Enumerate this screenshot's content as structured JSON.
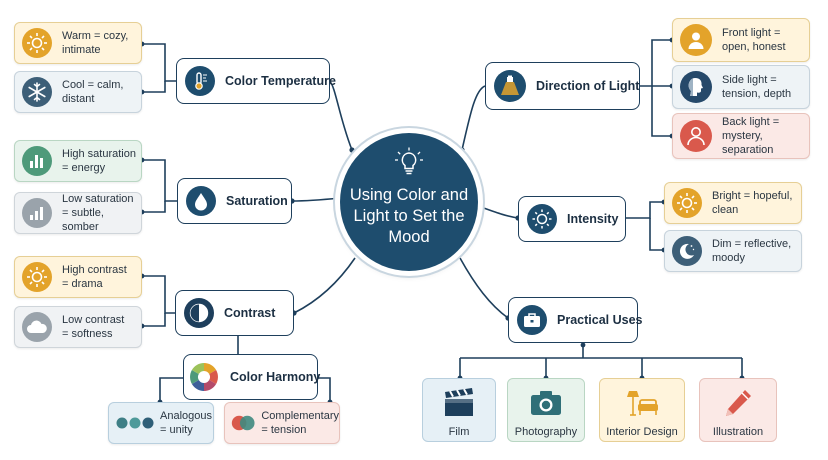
{
  "center": {
    "title": "Using Color and Light to Set the Mood",
    "icon": "lightbulb-icon"
  },
  "branches": {
    "color_temperature": {
      "label": "Color Temperature",
      "icon": "thermometer-icon",
      "leaves": [
        {
          "text": "Warm = cozy,\nintimate",
          "icon": "sun-icon"
        },
        {
          "text": "Cool = calm,\ndistant",
          "icon": "snowflake-icon"
        }
      ]
    },
    "saturation": {
      "label": "Saturation",
      "icon": "droplet-icon",
      "leaves": [
        {
          "text": "High saturation\n= energy",
          "icon": "bar-chart-icon"
        },
        {
          "text": "Low saturation\n= subtle, somber",
          "icon": "bar-chart-icon"
        }
      ]
    },
    "contrast": {
      "label": "Contrast",
      "icon": "half-circle-icon",
      "leaves": [
        {
          "text": "High contrast\n= drama",
          "icon": "sun-icon"
        },
        {
          "text": "Low contrast\n= softness",
          "icon": "cloud-icon"
        }
      ]
    },
    "color_harmony": {
      "label": "Color Harmony",
      "icon": "color-wheel-icon",
      "leaves": [
        {
          "text": "Analogous\n= unity",
          "icon": "circles-icon"
        },
        {
          "text": "Complementary\n= tension",
          "icon": "overlap-circles-icon"
        }
      ]
    },
    "direction_of_light": {
      "label": "Direction of Light",
      "icon": "spotlight-icon",
      "leaves": [
        {
          "text": "Front light =\nopen, honest",
          "icon": "person-icon"
        },
        {
          "text": "Side light =\ntension, depth",
          "icon": "profile-icon"
        },
        {
          "text": "Back light =\nmystery, separation",
          "icon": "person-icon"
        }
      ]
    },
    "intensity": {
      "label": "Intensity",
      "icon": "sun-icon",
      "leaves": [
        {
          "text": "Bright = hopeful,\nclean",
          "icon": "sun-icon"
        },
        {
          "text": "Dim = reflective,\nmoody",
          "icon": "moon-icon"
        }
      ]
    },
    "practical_uses": {
      "label": "Practical Uses",
      "icon": "briefcase-icon",
      "items": [
        {
          "label": "Film",
          "icon": "clapperboard-icon"
        },
        {
          "label": "Photography",
          "icon": "camera-icon"
        },
        {
          "label": "Interior Design",
          "icon": "lamp-armchair-icon"
        },
        {
          "label": "Illustration",
          "icon": "pencil-icon"
        }
      ]
    }
  },
  "colors": {
    "navy": "#1e4d6e",
    "line": "#1e3f5c",
    "orange": "#e3a32a",
    "teal": "#4e9a7a",
    "red": "#d9594c",
    "grey": "#9aa3ab"
  }
}
